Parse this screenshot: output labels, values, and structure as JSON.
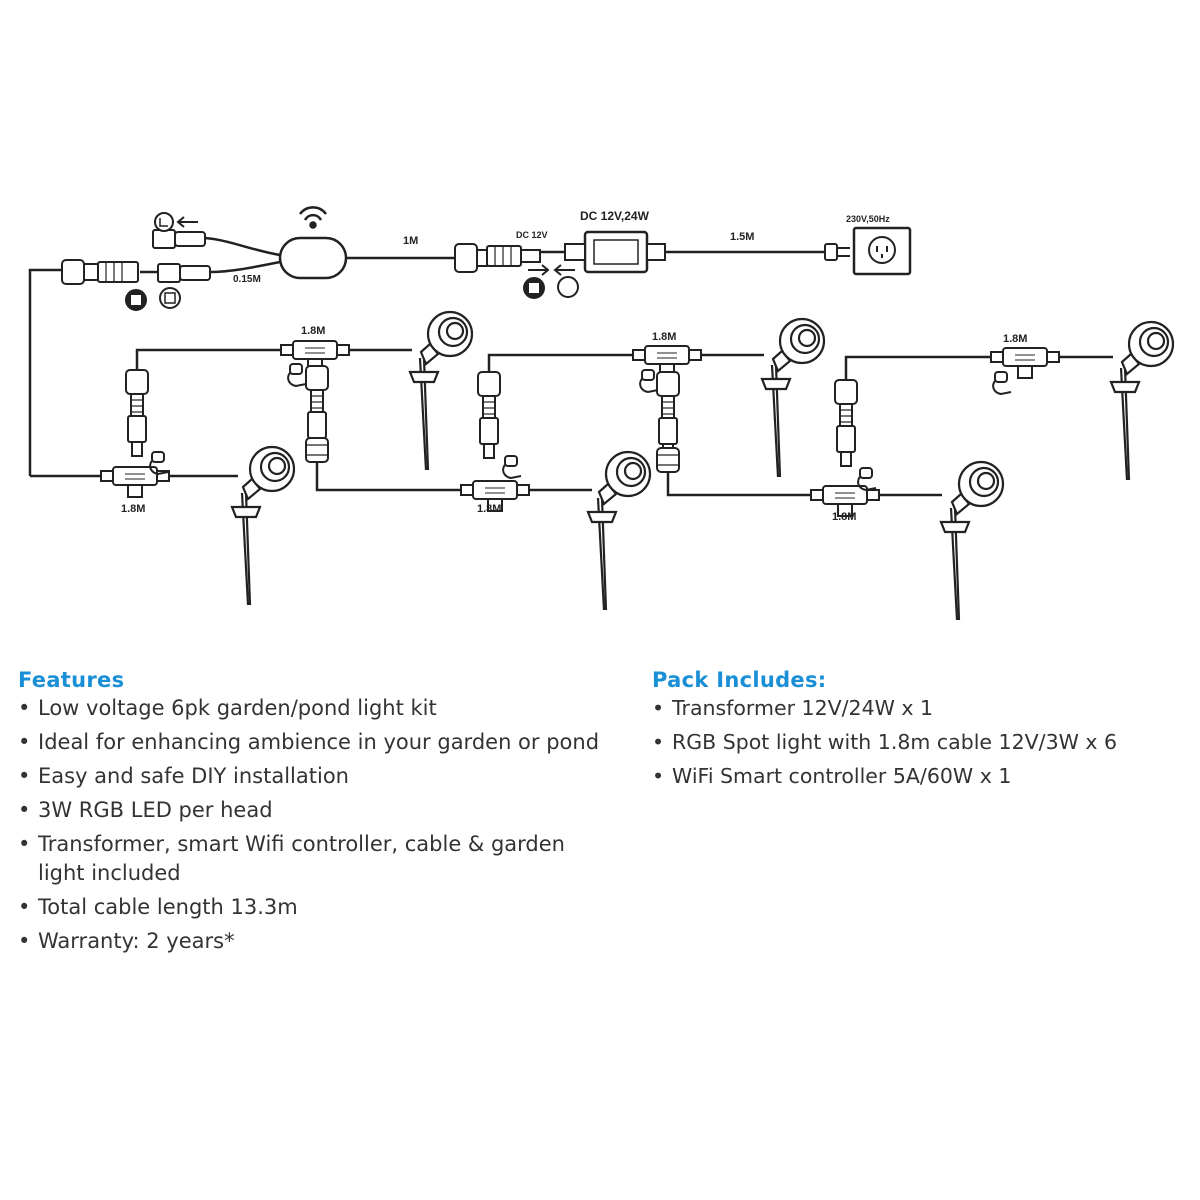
{
  "diagram": {
    "labels": {
      "cable_1m": "1M",
      "cable_015m": "0.15M",
      "dc12v": "DC 12V",
      "transformer": "DC 12V,24W",
      "cable_15m": "1.5M",
      "mains": "230V,50Hz",
      "seg_1": "1.8M",
      "seg_2": "1.8M",
      "seg_3": "1.8M",
      "seg_4": "1.8M",
      "seg_5": "1.8M",
      "seg_6": "1.8M"
    },
    "icons": [
      "wifi-icon",
      "power-plug-icon",
      "wall-socket-icon",
      "spot-light-icon",
      "t-connector-icon",
      "cable-connector-icon"
    ]
  },
  "features": {
    "heading": "Features",
    "bullet": "•",
    "items": [
      "Low voltage 6pk garden/pond light kit",
      "Ideal for enhancing ambience in your garden or pond",
      "Easy and safe DIY installation",
      "3W RGB LED per head",
      "Transformer, smart Wifi controller, cable & garden light included",
      "Total cable length 13.3m",
      "Warranty: 2 years*"
    ]
  },
  "pack": {
    "heading": "Pack Includes:",
    "bullet": "•",
    "items": [
      "Transformer 12V/24W x 1",
      "RGB Spot light with 1.8m cable 12V/3W x 6",
      "WiFi Smart controller 5A/60W x 1"
    ]
  }
}
